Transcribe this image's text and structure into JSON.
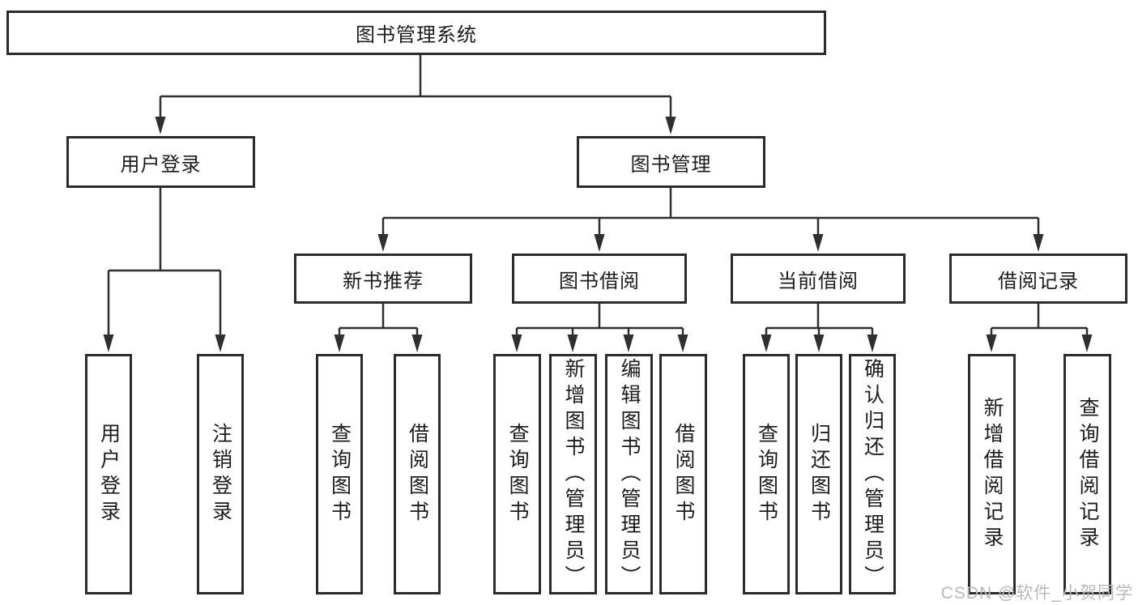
{
  "diagram": {
    "root": "图书管理系统",
    "branches": {
      "user_login": {
        "label": "用户登录",
        "children": [
          "用户登录",
          "注销登录"
        ]
      },
      "book_management": {
        "label": "图书管理",
        "sections": {
          "new_book_recommend": {
            "label": "新书推荐",
            "children": [
              "查询图书",
              "借阅图书"
            ]
          },
          "book_borrow": {
            "label": "图书借阅",
            "children": [
              "查询图书",
              "新增图书（管理员）",
              "编辑图书（管理员）",
              "借阅图书"
            ]
          },
          "current_borrow": {
            "label": "当前借阅",
            "children": [
              "查询图书",
              "归还图书",
              "确认归还（管理员）"
            ]
          },
          "borrow_records": {
            "label": "借阅记录",
            "children": [
              "新增借阅记录",
              "查询借阅记录"
            ]
          }
        }
      }
    },
    "watermark": "CSDN @软件_小贺同学"
  },
  "colors": {
    "line": "#2f2f2f",
    "box_border": "#2b2b2b",
    "text": "#1c1c1c",
    "watermark": "#b9b9b9",
    "background": "#ffffff"
  }
}
